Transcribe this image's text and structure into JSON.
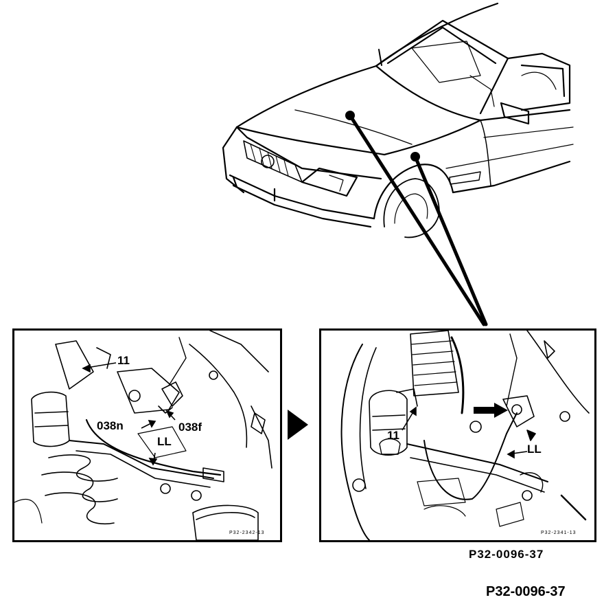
{
  "callouts": {
    "part_11_left": "11",
    "part_038n": "038n",
    "part_038f": "038f",
    "ll_left": "LL",
    "part_11_right": "11",
    "ll_right": "LL"
  },
  "panel_codes": {
    "left": "P32-2342-13",
    "right": "P32-2341-13"
  },
  "figure_ref_inner": "P32-0096-37",
  "figure_ref_outer": "P32-0096-37"
}
